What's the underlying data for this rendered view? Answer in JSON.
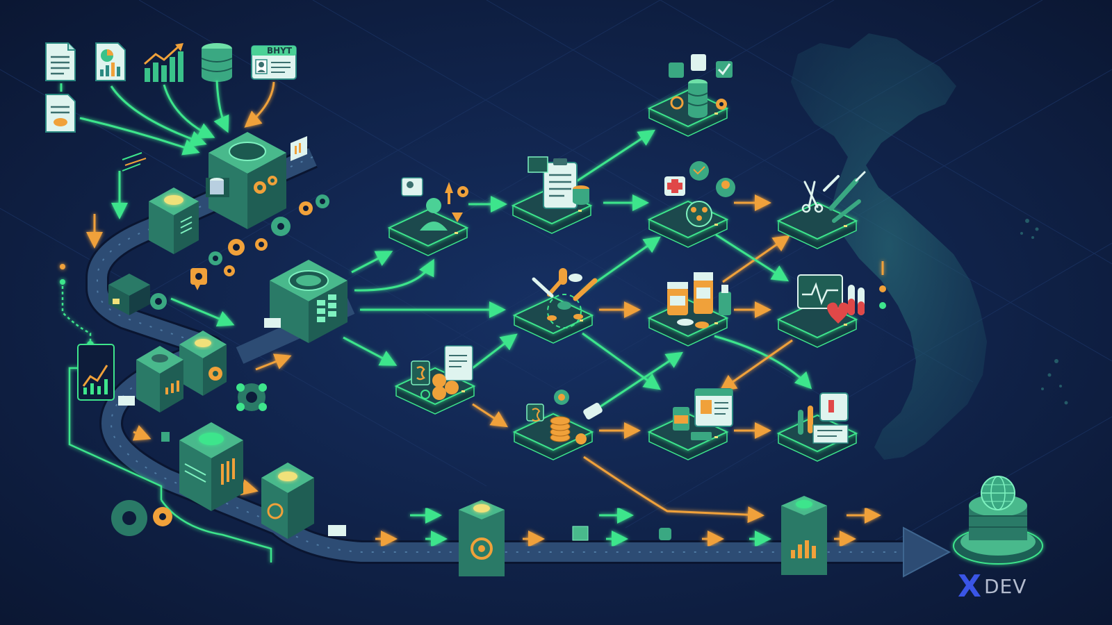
{
  "inputs": {
    "card_label": "BHYT"
  },
  "brand": {
    "mark": "X",
    "name": "DEV"
  },
  "colors": {
    "background": "#0d1c3a",
    "flow_green": "#3ee58c",
    "flow_orange": "#f0a13a",
    "machine_teal": "#2f8f78",
    "node_base": "#1a4a4e",
    "map": "#1e5366",
    "brand_x": "#3a55e6"
  },
  "icons": [
    "document-icon",
    "pie-chart-document-icon",
    "trend-chart-icon",
    "database-icon",
    "insurance-card-icon",
    "medical-document-icon",
    "gear-icon",
    "person-icon",
    "clipboard-icon",
    "coins-icon",
    "pills-icon",
    "syringe-icon",
    "medicine-bottle-icon",
    "heart-monitor-icon",
    "scalpel-icon",
    "first-aid-icon",
    "globe-server-icon",
    "vietnam-map"
  ]
}
